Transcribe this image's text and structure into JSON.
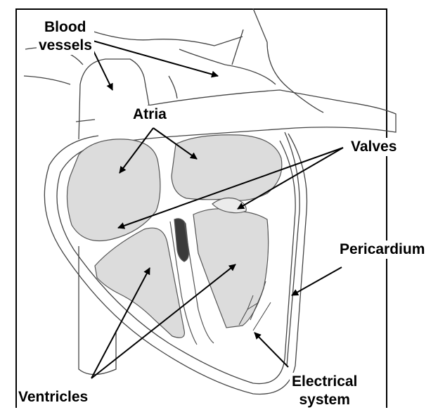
{
  "labels": {
    "blood_vessels_line1": "Blood",
    "blood_vessels_line2": "vessels",
    "atria": "Atria",
    "valves": "Valves",
    "pericardium": "Pericardium",
    "ventricles": "Ventricles",
    "electrical_line1": "Electrical",
    "electrical_line2": "system"
  },
  "colors": {
    "outline": "#333333",
    "chamber_fill": "#dcdcdc",
    "dark_septum": "#3a3a3a",
    "arrow": "#000000"
  }
}
